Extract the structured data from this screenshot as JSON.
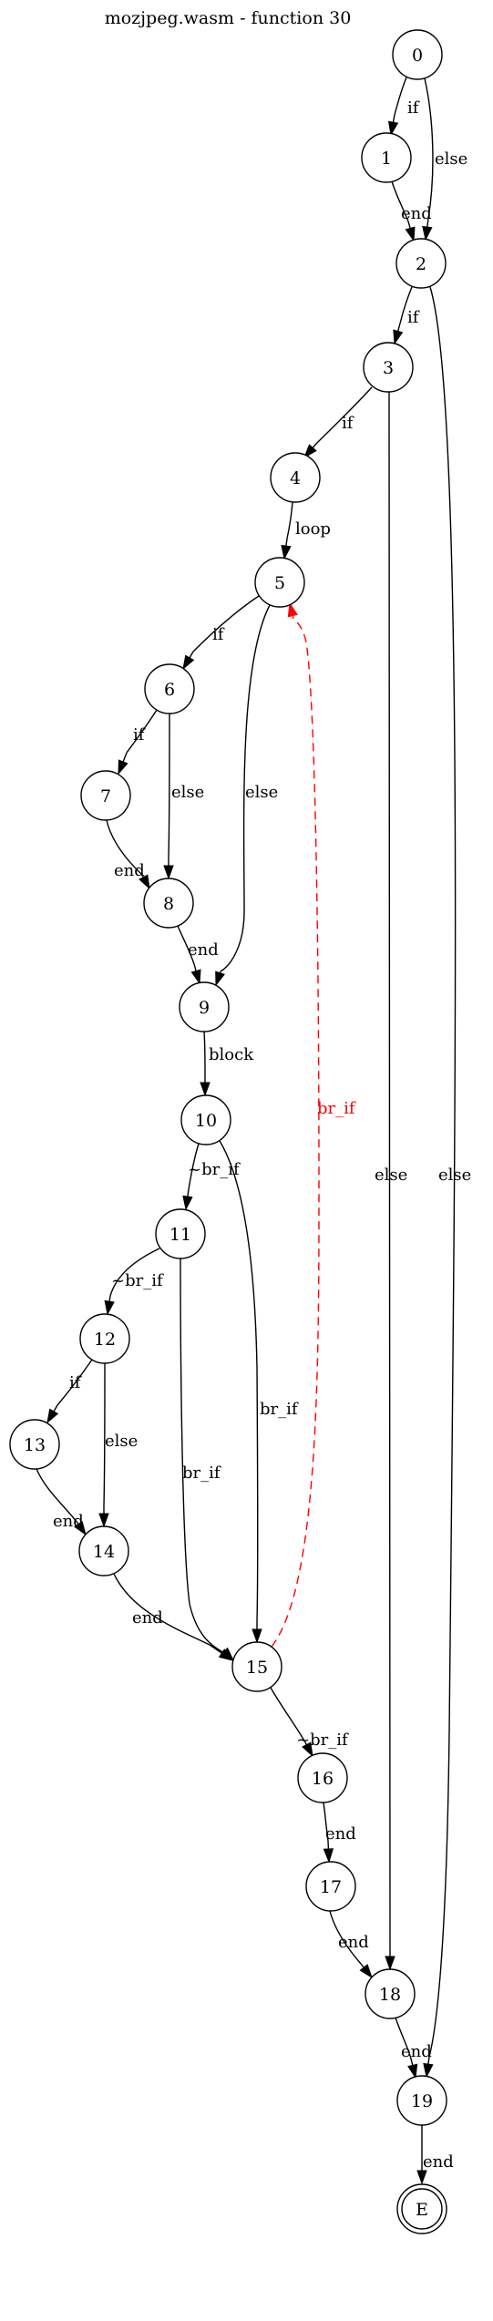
{
  "title": "mozjpeg.wasm - function 30",
  "colors": {
    "edge": "#000000",
    "back_edge": "#ff0000",
    "node_fill": "#ffffff"
  },
  "nodes": [
    {
      "id": "0",
      "label": "0"
    },
    {
      "id": "1",
      "label": "1"
    },
    {
      "id": "2",
      "label": "2"
    },
    {
      "id": "3",
      "label": "3"
    },
    {
      "id": "4",
      "label": "4"
    },
    {
      "id": "5",
      "label": "5"
    },
    {
      "id": "6",
      "label": "6"
    },
    {
      "id": "7",
      "label": "7"
    },
    {
      "id": "8",
      "label": "8"
    },
    {
      "id": "9",
      "label": "9"
    },
    {
      "id": "10",
      "label": "10"
    },
    {
      "id": "11",
      "label": "11"
    },
    {
      "id": "12",
      "label": "12"
    },
    {
      "id": "13",
      "label": "13"
    },
    {
      "id": "14",
      "label": "14"
    },
    {
      "id": "15",
      "label": "15"
    },
    {
      "id": "16",
      "label": "16"
    },
    {
      "id": "17",
      "label": "17"
    },
    {
      "id": "18",
      "label": "18"
    },
    {
      "id": "19",
      "label": "19"
    },
    {
      "id": "E",
      "label": "E",
      "final": true
    }
  ],
  "edges": [
    {
      "from": "0",
      "to": "1",
      "label": "if"
    },
    {
      "from": "0",
      "to": "2",
      "label": "else"
    },
    {
      "from": "1",
      "to": "2",
      "label": "end"
    },
    {
      "from": "2",
      "to": "3",
      "label": "if"
    },
    {
      "from": "2",
      "to": "19",
      "label": "else"
    },
    {
      "from": "3",
      "to": "4",
      "label": "if"
    },
    {
      "from": "3",
      "to": "18",
      "label": "else"
    },
    {
      "from": "4",
      "to": "5",
      "label": "loop"
    },
    {
      "from": "5",
      "to": "6",
      "label": "if"
    },
    {
      "from": "5",
      "to": "9",
      "label": "else"
    },
    {
      "from": "6",
      "to": "7",
      "label": "if"
    },
    {
      "from": "6",
      "to": "8",
      "label": "else"
    },
    {
      "from": "7",
      "to": "8",
      "label": "end"
    },
    {
      "from": "8",
      "to": "9",
      "label": "end"
    },
    {
      "from": "9",
      "to": "10",
      "label": "block"
    },
    {
      "from": "10",
      "to": "11",
      "label": "~br_if"
    },
    {
      "from": "10",
      "to": "15",
      "label": "br_if"
    },
    {
      "from": "11",
      "to": "12",
      "label": "~br_if"
    },
    {
      "from": "11",
      "to": "15",
      "label": "br_if"
    },
    {
      "from": "12",
      "to": "13",
      "label": "if"
    },
    {
      "from": "12",
      "to": "14",
      "label": "else"
    },
    {
      "from": "13",
      "to": "14",
      "label": "end"
    },
    {
      "from": "14",
      "to": "15",
      "label": "end"
    },
    {
      "from": "15",
      "to": "5",
      "label": "br_if",
      "back": true
    },
    {
      "from": "15",
      "to": "16",
      "label": "~br_if"
    },
    {
      "from": "16",
      "to": "17",
      "label": "end"
    },
    {
      "from": "17",
      "to": "18",
      "label": "end"
    },
    {
      "from": "18",
      "to": "19",
      "label": "end"
    },
    {
      "from": "19",
      "to": "E",
      "label": "end"
    }
  ]
}
